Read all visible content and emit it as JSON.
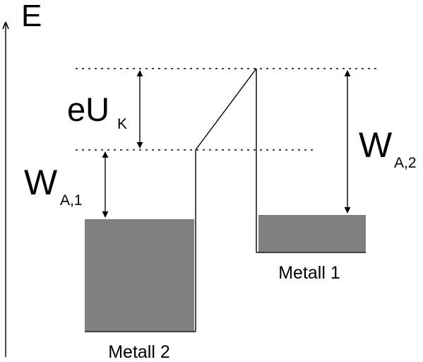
{
  "energy_axis": {
    "label": "E"
  },
  "contact_potential": {
    "main": "eU",
    "sub": "K"
  },
  "work_function_1": {
    "main": "W",
    "sub": "A,1"
  },
  "work_function_2": {
    "main": "W",
    "sub": "A,2"
  },
  "metal_left": {
    "label": "Metall 2"
  },
  "metal_right": {
    "label": "Metall 1"
  },
  "colors": {
    "ink": "#000000",
    "fermi_sea": "#808080"
  }
}
